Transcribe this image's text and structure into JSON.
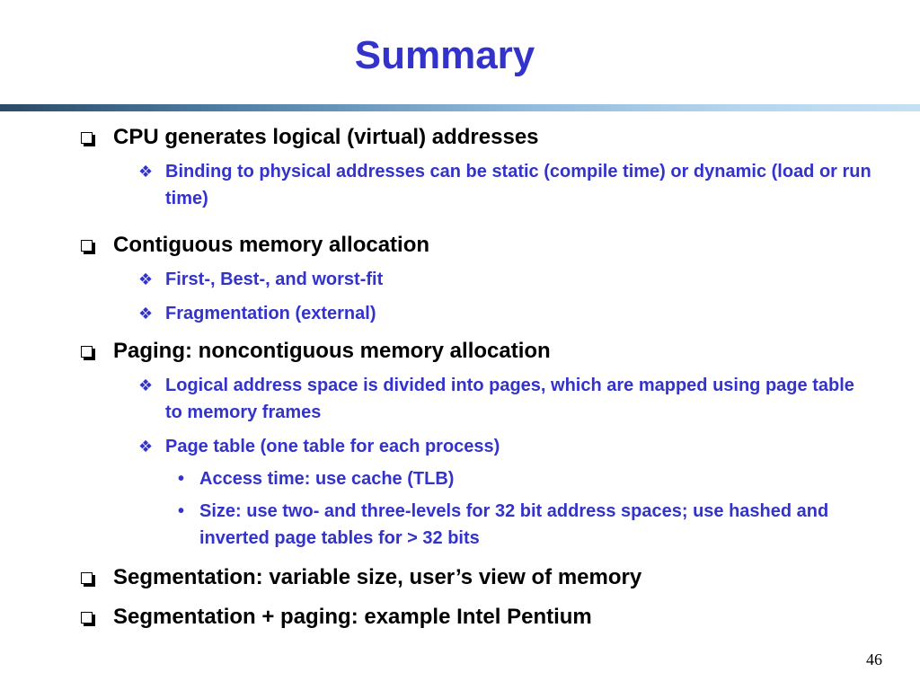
{
  "slide": {
    "title": "Summary",
    "page_number": "46"
  },
  "items": [
    {
      "text": "CPU generates logical (virtual) addresses",
      "children": [
        {
          "text": "Binding to physical addresses can be static (compile time) or dynamic (load or run time)"
        }
      ]
    },
    {
      "text": "Contiguous memory allocation",
      "children": [
        {
          "text": "First-, Best-, and worst-fit"
        },
        {
          "text": "Fragmentation (external)"
        }
      ]
    },
    {
      "text": "Paging: noncontiguous memory allocation",
      "children": [
        {
          "text": "Logical address space is divided into pages, which are mapped using page table to memory frames"
        },
        {
          "text": "Page table (one table for each process)",
          "children": [
            {
              "text": "Access time: use cache (TLB)"
            },
            {
              "text": "Size: use two- and three-levels for 32 bit address spaces; use hashed and inverted page tables for > 32 bits"
            }
          ]
        }
      ]
    },
    {
      "text": "Segmentation: variable size, user’s view of memory"
    },
    {
      "text": "Segmentation + paging: example Intel Pentium"
    }
  ],
  "colors": {
    "title": "#3333cc",
    "level1_text": "#000000",
    "level2_text": "#3333cc"
  },
  "icons": {
    "level1_bullet": "hollow-square-bullet-icon",
    "level2_bullet": "four-diamond-bullet-icon",
    "level3_bullet": "dot-bullet-icon"
  }
}
